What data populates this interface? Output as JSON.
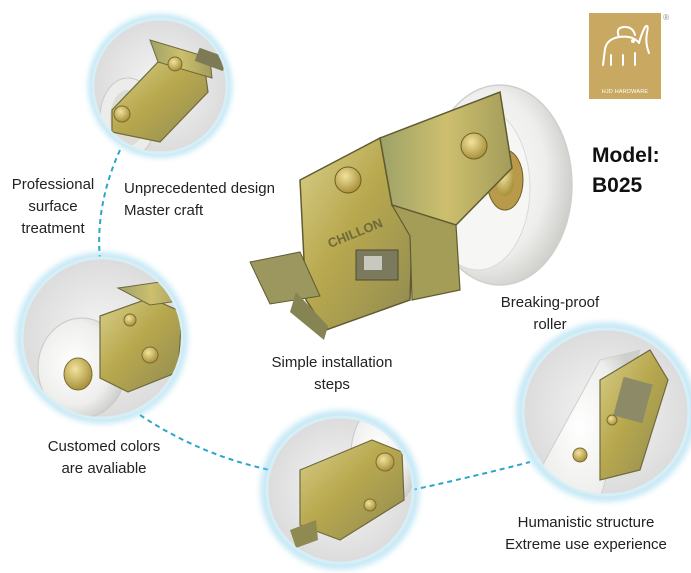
{
  "captions": {
    "design": [
      "Unprecedented design",
      "Master craft"
    ],
    "surface": [
      "Professional",
      "surface",
      "treatment"
    ],
    "colors": [
      "Customed colors",
      "are avaliable"
    ],
    "install": [
      "Simple installation",
      "steps"
    ],
    "roller": [
      "Breaking-proof",
      "roller"
    ],
    "structure": [
      "Humanistic structure",
      "Extreme use experience"
    ]
  },
  "model": {
    "label": "Model:",
    "code": "B025"
  },
  "logo": {
    "text": "HJD HARDWARE",
    "registered": "®",
    "icon": "elephant-icon"
  },
  "product": {
    "engraving": "CHILLON"
  },
  "colors": {
    "brass": "#c8b25a",
    "gold": "#c9a861",
    "dash": "#2aa6c9",
    "roller": "#f2f2f0"
  }
}
